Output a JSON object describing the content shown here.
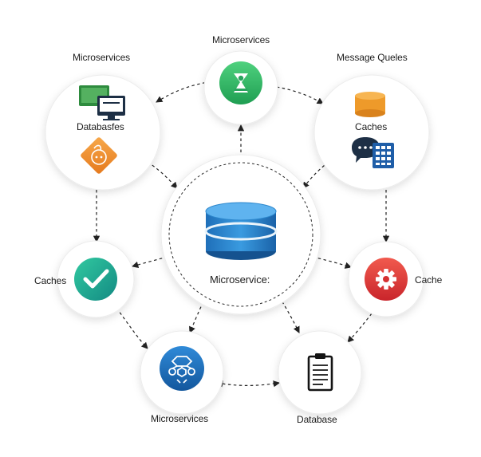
{
  "diagram": {
    "center": {
      "label": "Microservice:",
      "icon": "database-cylinder-icon",
      "color": "#2a86cf"
    },
    "nodes": [
      {
        "id": "top",
        "label": "Microservices",
        "icon": "hourglass-person-icon",
        "color": "#34b86a"
      },
      {
        "id": "top_left",
        "label": "Microservices",
        "sublabel": "Databasfes",
        "icons": [
          "monitor-icon",
          "diamond-database-icon"
        ],
        "color": "#f08b2e"
      },
      {
        "id": "top_right",
        "label": "Message Queles",
        "sublabel": "Caches",
        "icons": [
          "cylinder-icon",
          "chat-bubble-icon",
          "calculator-grid-icon"
        ],
        "color": "#f0a030"
      },
      {
        "id": "left",
        "label": "Caches",
        "icon": "checkmark-icon",
        "color": "#1fae8e"
      },
      {
        "id": "right",
        "label": "Cache",
        "icon": "gear-icon",
        "color": "#e03b3b"
      },
      {
        "id": "bottom_left",
        "label": "Microservices",
        "icon": "network-nodes-icon",
        "color": "#1f6fb8"
      },
      {
        "id": "bottom_right",
        "label": "Database",
        "icon": "document-list-icon",
        "color": "#1a1a1a"
      }
    ]
  }
}
